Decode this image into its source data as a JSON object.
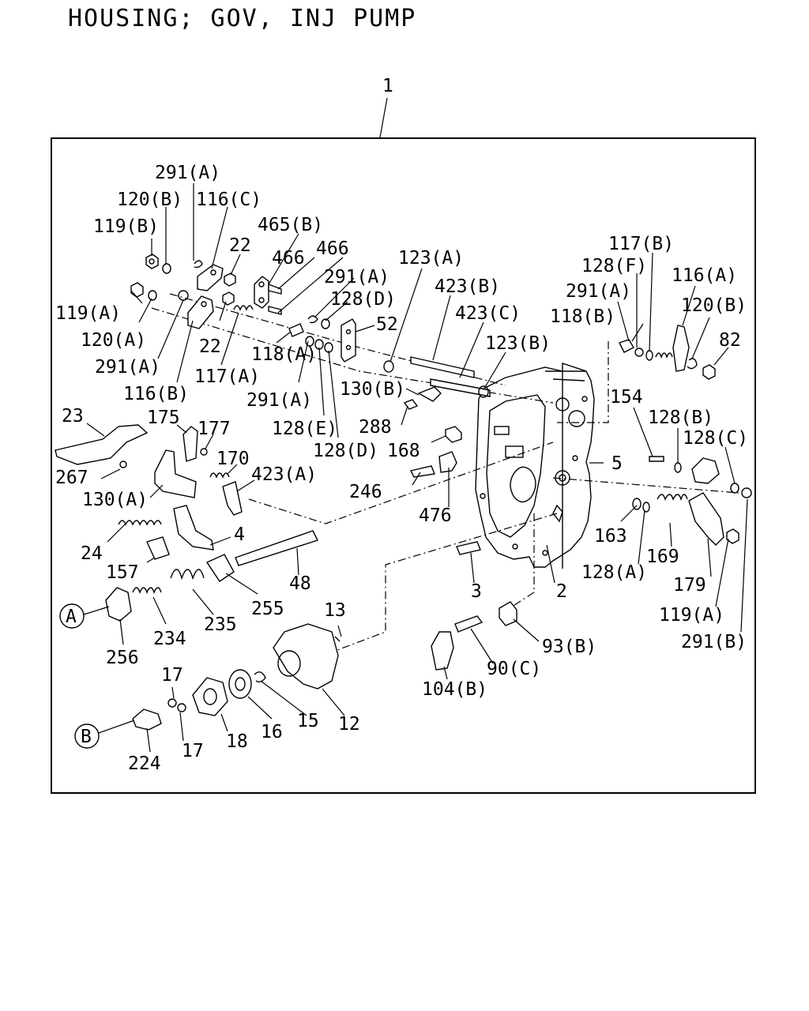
{
  "title": "HOUSING; GOV, INJ PUMP",
  "assembly_label": "1",
  "labels": {
    "l291A_top": "291(A)",
    "l120B_top": "120(B)",
    "l116C": "116(C)",
    "l119B": "119(B)",
    "l465B": "465(B)",
    "l22_top": "22",
    "l466a": "466",
    "l466b": "466",
    "l123A": "123(A)",
    "l423B": "423(B)",
    "l291A_mid": "291(A)",
    "l128D_top": "128(D)",
    "l52": "52",
    "l423C": "423(C)",
    "l123B": "123(B)",
    "l119A_left": "119(A)",
    "l120A": "120(A)",
    "l22_bot": "22",
    "l118A": "118(A)",
    "l291A_left": "291(A)",
    "l117A": "117(A)",
    "l116B": "116(B)",
    "l291A_low": "291(A)",
    "l130B": "130(B)",
    "l288": "288",
    "l128E": "128(E)",
    "l128D_bot": "128(D)",
    "l168": "168",
    "l117B": "117(B)",
    "l128F": "128(F)",
    "l116A": "116(A)",
    "l291A_right": "291(A)",
    "l120B_right": "120(B)",
    "l118B": "118(B)",
    "l82": "82",
    "l154": "154",
    "l128B": "128(B)",
    "l128C": "128(C)",
    "l5": "5",
    "l23": "23",
    "l175": "175",
    "l177": "177",
    "l170": "170",
    "l423A": "423(A)",
    "l267": "267",
    "l130A": "130(A)",
    "l246": "246",
    "l476": "476",
    "l163": "163",
    "l169": "169",
    "l128A": "128(A)",
    "l179": "179",
    "l119A_right": "119(A)",
    "l291B": "291(B)",
    "l24": "24",
    "l4": "4",
    "l157": "157",
    "l48": "48",
    "l3": "3",
    "l2": "2",
    "l255": "255",
    "l235": "235",
    "l234": "234",
    "l256": "256",
    "l13": "13",
    "l93B": "93(B)",
    "l90C": "90(C)",
    "l104B": "104(B)",
    "l17a": "17",
    "l17b": "17",
    "l18": "18",
    "l16": "16",
    "l15": "15",
    "l12": "12",
    "l224": "224",
    "refA": "A",
    "refB": "B"
  }
}
